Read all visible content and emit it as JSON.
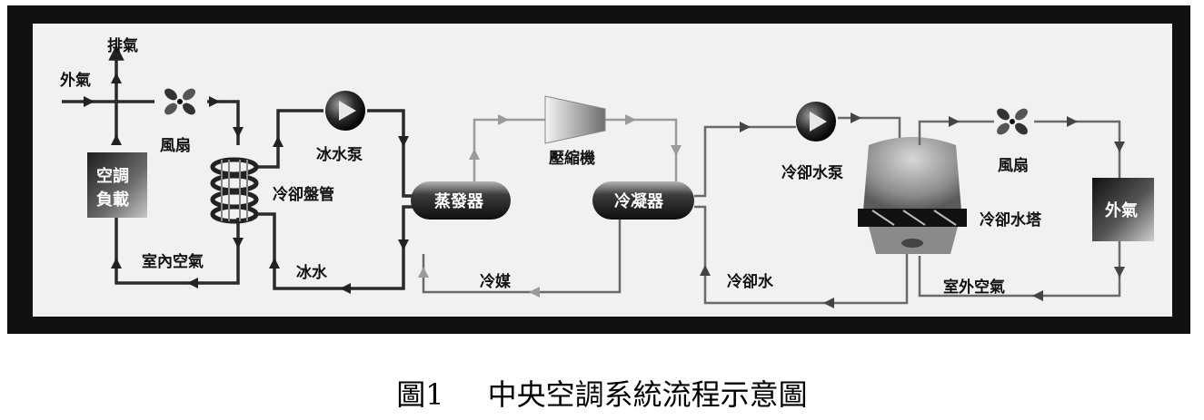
{
  "labels": {
    "exhaust_air": "排氣",
    "outside_air_in": "外氣",
    "fan_left": "風扇",
    "ac_load_line1": "空調",
    "ac_load_line2": "負載",
    "indoor_air": "室內空氣",
    "chilled_water_pump": "冰水泵",
    "cooling_coil": "冷卻盤管",
    "chilled_water": "冰水",
    "evaporator": "蒸發器",
    "compressor": "壓縮機",
    "refrigerant": "冷媒",
    "condenser": "冷凝器",
    "cooling_water_pump": "冷卻水泵",
    "cooling_tower": "冷卻水塔",
    "cooling_water": "冷卻水",
    "fan_right": "風扇",
    "outside_air_box": "外氣",
    "outdoor_air": "室外空氣"
  },
  "caption": {
    "figure_no": "圖1",
    "title": "中央空調系統流程示意圖"
  }
}
